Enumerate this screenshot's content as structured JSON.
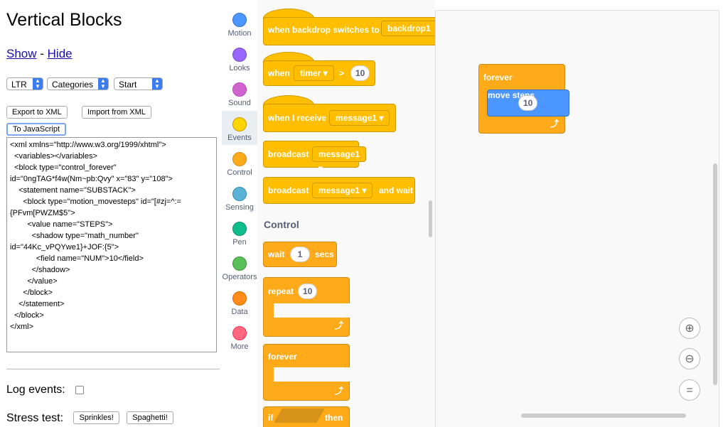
{
  "page": {
    "title": "Vertical Blocks",
    "show_label": "Show",
    "separator": " - ",
    "hide_label": "Hide"
  },
  "controls": {
    "direction_select": "LTR",
    "toolbox_select": "Categories",
    "position_select": "Start",
    "export_button": "Export to XML",
    "import_button": "Import from XML",
    "to_js_button": "To JavaScript",
    "log_events_label": "Log events:",
    "stress_test_label": "Stress test:",
    "sprinkles_button": "Sprinkles!",
    "spaghetti_button": "Spaghetti!"
  },
  "xml_text": "<xml xmlns=\"http://www.w3.org/1999/xhtml\">\n  <variables></variables>\n  <block type=\"control_forever\" id=\"0ngTAG*f4w(Nm~pb:Qvy\" x=\"83\" y=\"108\">\n    <statement name=\"SUBSTACK\">\n      <block type=\"motion_movesteps\" id=\"[#zj=^:={PFvm[PWZM$5\">\n        <value name=\"STEPS\">\n          <shadow type=\"math_number\" id=\"44Kc_vPQYwe1}+JOF:{5\">\n            <field name=\"NUM\">10</field>\n          </shadow>\n        </value>\n      </block>\n    </statement>\n  </block>\n</xml>",
  "categories": [
    {
      "label": "Motion",
      "color": "#4c97ff",
      "border": "#3373cc"
    },
    {
      "label": "Looks",
      "color": "#9966ff",
      "border": "#774dcb"
    },
    {
      "label": "Sound",
      "color": "#cf63cf",
      "border": "#bd42bd"
    },
    {
      "label": "Events",
      "color": "#ffd500",
      "border": "#cc9900"
    },
    {
      "label": "Control",
      "color": "#ffab19",
      "border": "#cf8b17"
    },
    {
      "label": "Sensing",
      "color": "#5cb1d6",
      "border": "#2e8eb8"
    },
    {
      "label": "Pen",
      "color": "#0fbd8c",
      "border": "#0b8e69"
    },
    {
      "label": "Operators",
      "color": "#59c059",
      "border": "#389438"
    },
    {
      "label": "Data",
      "color": "#ff8c1a",
      "border": "#db6e00"
    },
    {
      "label": "More",
      "color": "#ff6680",
      "border": "#ff3355"
    }
  ],
  "selected_category": "Events",
  "flyout": {
    "backdrop_hat": {
      "text": "when backdrop switches to",
      "dropdown": "backdrop1"
    },
    "timer_hat": {
      "text": "when",
      "dropdown": "timer",
      "op": ">",
      "value": "10"
    },
    "receive_hat": {
      "text": "when I receive",
      "dropdown": "message1"
    },
    "broadcast": {
      "text": "broadcast",
      "dropdown": "message1"
    },
    "broadcast_wait": {
      "text": "broadcast",
      "dropdown": "message1",
      "suffix": "and wait"
    },
    "control_section": "Control",
    "wait": {
      "text": "wait",
      "value": "1",
      "suffix": "secs"
    },
    "repeat": {
      "text": "repeat",
      "value": "10"
    },
    "forever": {
      "text": "forever"
    },
    "if_partial": {
      "text": "if",
      "suffix": "then"
    }
  },
  "workspace": {
    "forever_block": "forever",
    "move_block": {
      "text": "move",
      "value": "10",
      "suffix": "steps"
    },
    "zoom_in_icon": "zoom-in-icon",
    "zoom_out_icon": "zoom-out-icon",
    "reset_icon": "reset-zoom-icon"
  }
}
